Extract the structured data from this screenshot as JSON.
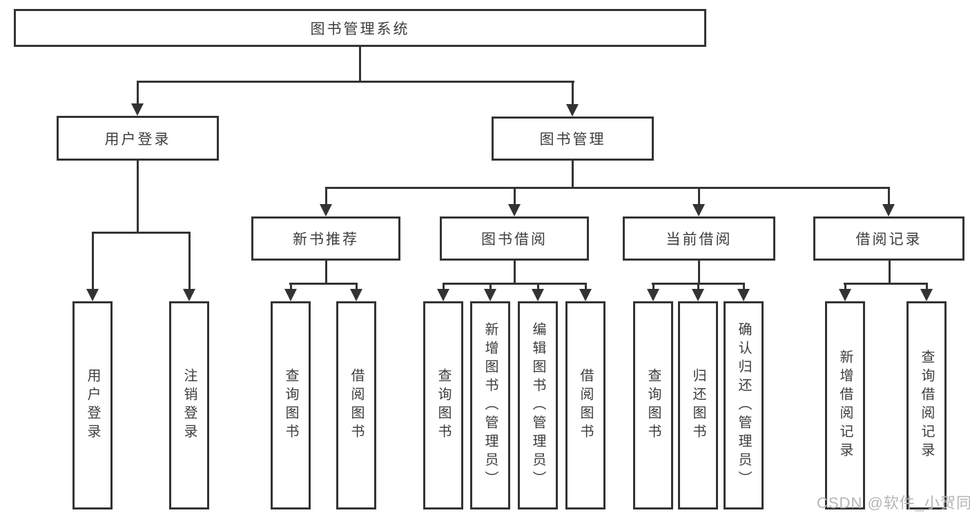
{
  "colors": {
    "line": "#333333",
    "text": "#3d3d3d",
    "watermark": "#b5b5b5",
    "background": "#ffffff"
  },
  "nodes": {
    "root": {
      "label": "图书管理系统"
    },
    "user_login": {
      "label": "用户登录"
    },
    "book_mgmt": {
      "label": "图书管理"
    },
    "new_book_rec": {
      "label": "新书推荐"
    },
    "book_borrow": {
      "label": "图书借阅"
    },
    "current_borrow": {
      "label": "当前借阅"
    },
    "borrow_records": {
      "label": "借阅记录"
    },
    "leaf_user_login": {
      "label": "用户登录"
    },
    "leaf_logout": {
      "label": "注销登录"
    },
    "leaf_query_book_rec": {
      "label": "查询图书"
    },
    "leaf_borrow_book_rec": {
      "label": "借阅图书"
    },
    "leaf_query_book_borrow": {
      "label": "查询图书"
    },
    "leaf_add_book": {
      "label": "新增图书（管理员）"
    },
    "leaf_edit_book": {
      "label": "编辑图书（管理员）"
    },
    "leaf_borrow_book_borrow": {
      "label": "借阅图书"
    },
    "leaf_query_book_current": {
      "label": "查询图书"
    },
    "leaf_return_book": {
      "label": "归还图书"
    },
    "leaf_confirm_return": {
      "label": "确认归还（管理员）"
    },
    "leaf_add_borrow_record": {
      "label": "新增借阅记录"
    },
    "leaf_query_borrow_record": {
      "label": "查询借阅记录"
    }
  },
  "watermark": {
    "text": "CSDN @软件_小贺同学"
  }
}
